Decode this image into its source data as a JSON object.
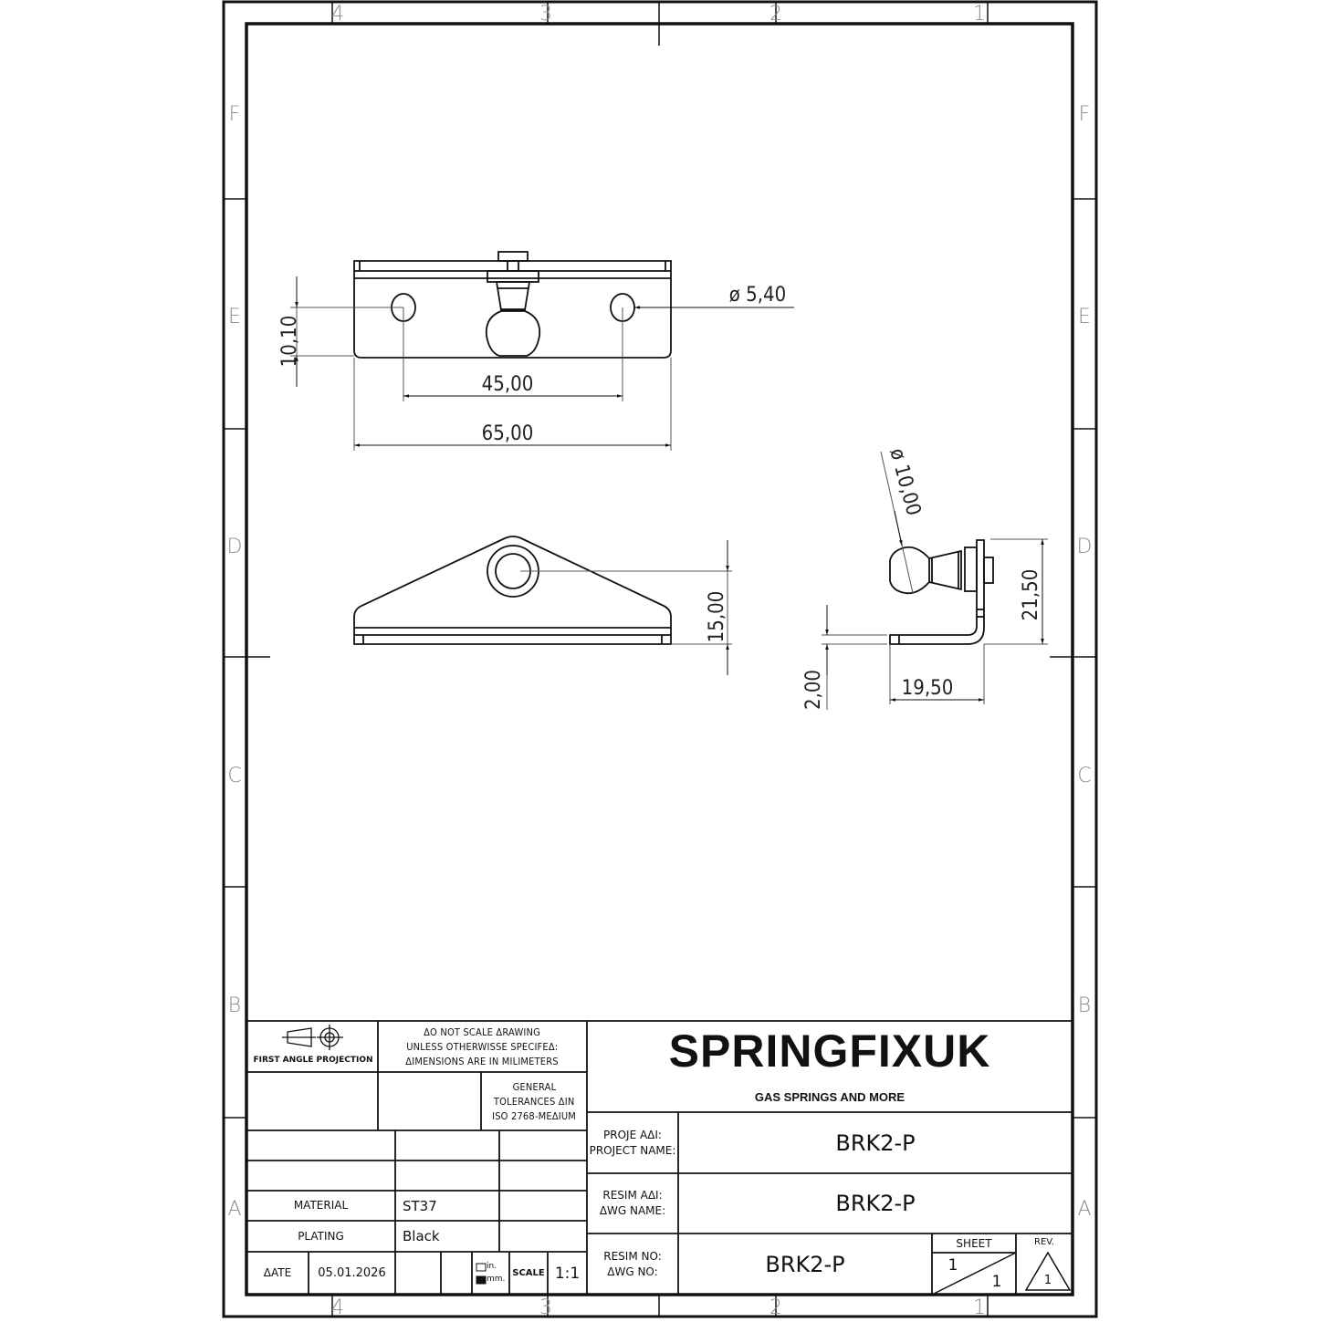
{
  "sheet": {
    "column_labels_top": [
      "4",
      "3",
      "2",
      "1"
    ],
    "column_labels_bottom": [
      "4",
      "3",
      "2",
      "1"
    ],
    "row_labels_left": [
      "F",
      "E",
      "D",
      "C",
      "B",
      "A"
    ],
    "row_labels_right": [
      "F",
      "E",
      "D",
      "C",
      "B",
      "A"
    ]
  },
  "views": {
    "top_view": {
      "dimensions": {
        "hole_diameter": "ø 5,40",
        "hole_offset": "10,10",
        "hole_spacing": "45,00",
        "overall_length": "65,00"
      }
    },
    "front_view": {
      "dimensions": {
        "height_to_center": "15,00"
      }
    },
    "side_view": {
      "dimensions": {
        "ball_diameter": "ø 10,00",
        "overall_height": "21,50",
        "thickness": "2,00",
        "depth": "19,50"
      }
    }
  },
  "title_block": {
    "projection_label": "FIRST ANGLE PROJECTION",
    "notes": [
      "ΔO NOT SCALE ΔRAWING",
      "UNLESS OTHERWISSE SPECIFEΔ:",
      "ΔIMENSIONS ARE IN MILIMETERS"
    ],
    "tolerances": [
      "GENERAL",
      "TOLERANCES ΔIN",
      "ISO 2768-MEΔIUM"
    ],
    "company": "SPRINGFIXUK",
    "tagline": "GAS SPRINGS AND MORE",
    "material_label": "MATERIAL",
    "material_value": "ST37",
    "plating_label": "PLATING",
    "plating_value": "Black",
    "date_label": "ΔATE",
    "date_value": "05.01.2026",
    "unit_in": "in.",
    "unit_mm": "mm.",
    "scale_label": "SCALE",
    "scale_value": "1:1",
    "project_name_label_1": "PROJE AΔI:",
    "project_name_label_2": "PROJECT NAME:",
    "project_name_value": "BRK2-P",
    "dwg_name_label_1": "RESIM AΔI:",
    "dwg_name_label_2": "ΔWG NAME:",
    "dwg_name_value": "BRK2-P",
    "dwg_no_label_1": "RESIM NO:",
    "dwg_no_label_2": "ΔWG NO:",
    "dwg_no_value": "BRK2-P",
    "sheet_label": "SHEET",
    "sheet_current": "1",
    "sheet_total": "1",
    "rev_label": "REV.",
    "rev_value": "1"
  }
}
